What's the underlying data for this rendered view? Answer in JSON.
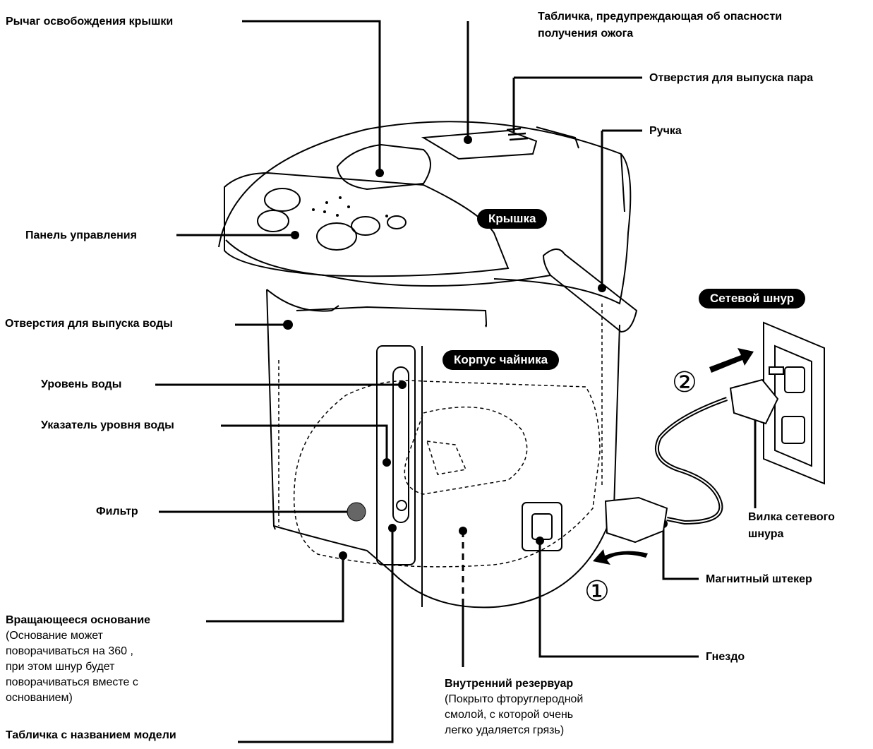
{
  "labels": {
    "lid_release": "Рычаг освобождения крышки",
    "burn_warning_1": "Табличка, предупреждающая об опасности",
    "burn_warning_2": "получения ожога",
    "steam_vents": "Отверстия для выпуска пара",
    "handle": "Ручка",
    "control_panel": "Панель управления",
    "water_outlet": "Отверстия для выпуска воды",
    "water_level": "Уровень воды",
    "level_indicator": "Указатель уровня воды",
    "filter": "Фильтр",
    "rotating_base": {
      "title": "Вращающееся основание",
      "l1": "(Основание может",
      "l2": "поворачиваться на 360 ,",
      "l3": "при этом шнур будет",
      "l4": "поворачиваться вместе с",
      "l5": "основанием)"
    },
    "model_plate": "Табличка с названием модели",
    "inner_tank": {
      "title": "Внутренний резервуар",
      "l1": "(Покрыто фторуглеродной",
      "l2": "смолой, с которой очень",
      "l3": "легко удаляется грязь)"
    },
    "socket": "Гнездо",
    "magnetic_plug": "Магнитный штекер",
    "power_plug_1": "Вилка сетевого",
    "power_plug_2": "шнура"
  },
  "pills": {
    "lid": "Крышка",
    "body": "Корпус чайника",
    "cord": "Сетевой шнур"
  },
  "steps": {
    "one": "①",
    "two": "②"
  }
}
